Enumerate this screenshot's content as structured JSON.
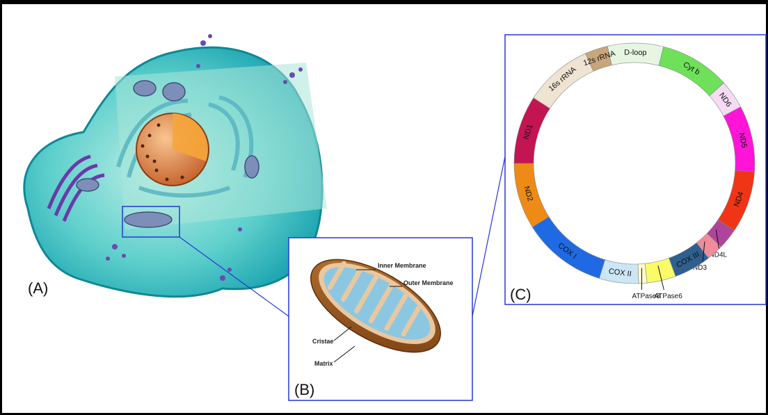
{
  "panels": {
    "a_label": "(A)",
    "b_label": "(B)",
    "c_label": "(C)"
  },
  "mitochondrion": {
    "inner_membrane": "Inner Membrane",
    "outer_membrane": "Outer Membrane",
    "cristae": "Cristae",
    "matrix": "Matrix"
  },
  "mtdna_genes": [
    {
      "name": "D-loop",
      "color": "#e6f6e2"
    },
    {
      "name": "Cyt b",
      "color": "#6fe05a"
    },
    {
      "name": "ND6",
      "color": "#f5dcf3"
    },
    {
      "name": "ND5",
      "color": "#ff14d8"
    },
    {
      "name": "ND4",
      "color": "#f03516"
    },
    {
      "name": "ND4L",
      "color": "#b0449c"
    },
    {
      "name": "ND3",
      "color": "#f28c9a"
    },
    {
      "name": "COX III",
      "color": "#2e5f8e"
    },
    {
      "name": "ATPase6",
      "color": "#fbfb6a"
    },
    {
      "name": "ATPase8",
      "color": "#fffccf"
    },
    {
      "name": "COX II",
      "color": "#cce6f6"
    },
    {
      "name": "COX I",
      "color": "#1f6ae3"
    },
    {
      "name": "ND2",
      "color": "#ee8a16"
    },
    {
      "name": "ND1",
      "color": "#c31552"
    },
    {
      "name": "16s rRNA",
      "color": "#efe3d2"
    },
    {
      "name": "12s rRNA",
      "color": "#c9a57b"
    }
  ],
  "colors": {
    "callout_lines": "#2636d6",
    "cytoplasm": "#33c2c2",
    "nucleus": "#e07b3c"
  }
}
